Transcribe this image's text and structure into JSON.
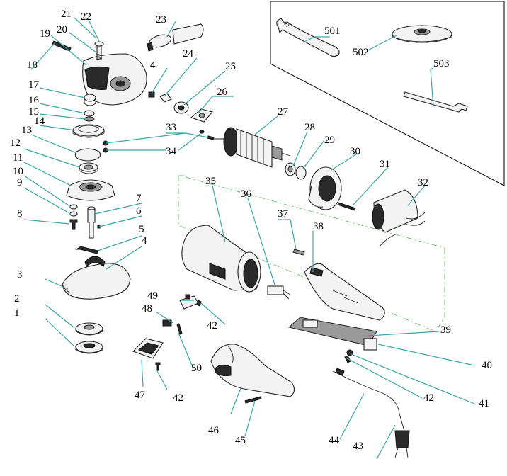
{
  "diagram": {
    "callouts": [
      {
        "id": "c1",
        "text": "1"
      },
      {
        "id": "c2",
        "text": "2"
      },
      {
        "id": "c3",
        "text": "3"
      },
      {
        "id": "c4a",
        "text": "4"
      },
      {
        "id": "c4b",
        "text": "4"
      },
      {
        "id": "c5",
        "text": "5"
      },
      {
        "id": "c6",
        "text": "6"
      },
      {
        "id": "c7",
        "text": "7"
      },
      {
        "id": "c8",
        "text": "8"
      },
      {
        "id": "c9",
        "text": "9"
      },
      {
        "id": "c10",
        "text": "10"
      },
      {
        "id": "c11",
        "text": "11"
      },
      {
        "id": "c12",
        "text": "12"
      },
      {
        "id": "c13",
        "text": "13"
      },
      {
        "id": "c14",
        "text": "14"
      },
      {
        "id": "c15",
        "text": "15"
      },
      {
        "id": "c16",
        "text": "16"
      },
      {
        "id": "c17",
        "text": "17"
      },
      {
        "id": "c18",
        "text": "18"
      },
      {
        "id": "c19",
        "text": "19"
      },
      {
        "id": "c20",
        "text": "20"
      },
      {
        "id": "c21",
        "text": "21"
      },
      {
        "id": "c22",
        "text": "22"
      },
      {
        "id": "c23",
        "text": "23"
      },
      {
        "id": "c24",
        "text": "24"
      },
      {
        "id": "c25",
        "text": "25"
      },
      {
        "id": "c26",
        "text": "26"
      },
      {
        "id": "c27",
        "text": "27"
      },
      {
        "id": "c28",
        "text": "28"
      },
      {
        "id": "c29",
        "text": "29"
      },
      {
        "id": "c30",
        "text": "30"
      },
      {
        "id": "c31",
        "text": "31"
      },
      {
        "id": "c32",
        "text": "32"
      },
      {
        "id": "c33",
        "text": "33"
      },
      {
        "id": "c34",
        "text": "34"
      },
      {
        "id": "c35",
        "text": "35"
      },
      {
        "id": "c36",
        "text": "36"
      },
      {
        "id": "c37",
        "text": "37"
      },
      {
        "id": "c38",
        "text": "38"
      },
      {
        "id": "c39",
        "text": "39"
      },
      {
        "id": "c40",
        "text": "40"
      },
      {
        "id": "c41",
        "text": "41"
      },
      {
        "id": "c42a",
        "text": "42"
      },
      {
        "id": "c42b",
        "text": "42"
      },
      {
        "id": "c42c",
        "text": "42"
      },
      {
        "id": "c43",
        "text": "43"
      },
      {
        "id": "c44",
        "text": "44"
      },
      {
        "id": "c45",
        "text": "45"
      },
      {
        "id": "c46",
        "text": "46"
      },
      {
        "id": "c47",
        "text": "47"
      },
      {
        "id": "c48",
        "text": "48"
      },
      {
        "id": "c49",
        "text": "49"
      },
      {
        "id": "c50",
        "text": "50"
      },
      {
        "id": "c501",
        "text": "501"
      },
      {
        "id": "c502",
        "text": "502"
      },
      {
        "id": "c503",
        "text": "503"
      }
    ]
  }
}
